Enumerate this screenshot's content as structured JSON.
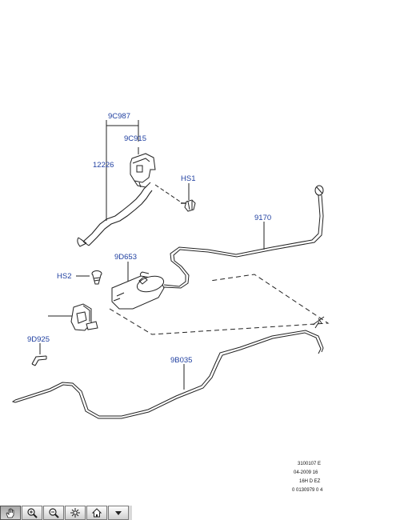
{
  "labels": {
    "p9c987": "9C987",
    "p9c915": "9C915",
    "p12226": "12226",
    "hs1": "HS1",
    "p9170": "9170",
    "p9d653": "9D653",
    "hs2": "HS2",
    "p9d925": "9D925",
    "p9b035": "9B035"
  },
  "reference": {
    "line1": "3100107 E",
    "line2": "04-2009 16",
    "line3": "16H D EZ",
    "line4": "0 0130979 0 4"
  },
  "toolbar": {
    "buttons": [
      {
        "icon": "hand-pan-icon",
        "active": true
      },
      {
        "icon": "zoom-in-icon",
        "active": false
      },
      {
        "icon": "zoom-out-icon",
        "active": false
      },
      {
        "icon": "zoom-fit-icon",
        "active": false
      },
      {
        "icon": "home-icon",
        "active": false
      },
      {
        "icon": "dropdown-arrow-icon",
        "active": false
      }
    ]
  },
  "colors": {
    "label_text": "#1f3fa0",
    "line_art": "#222222",
    "toolbar_bg": "#d9d9d9"
  }
}
